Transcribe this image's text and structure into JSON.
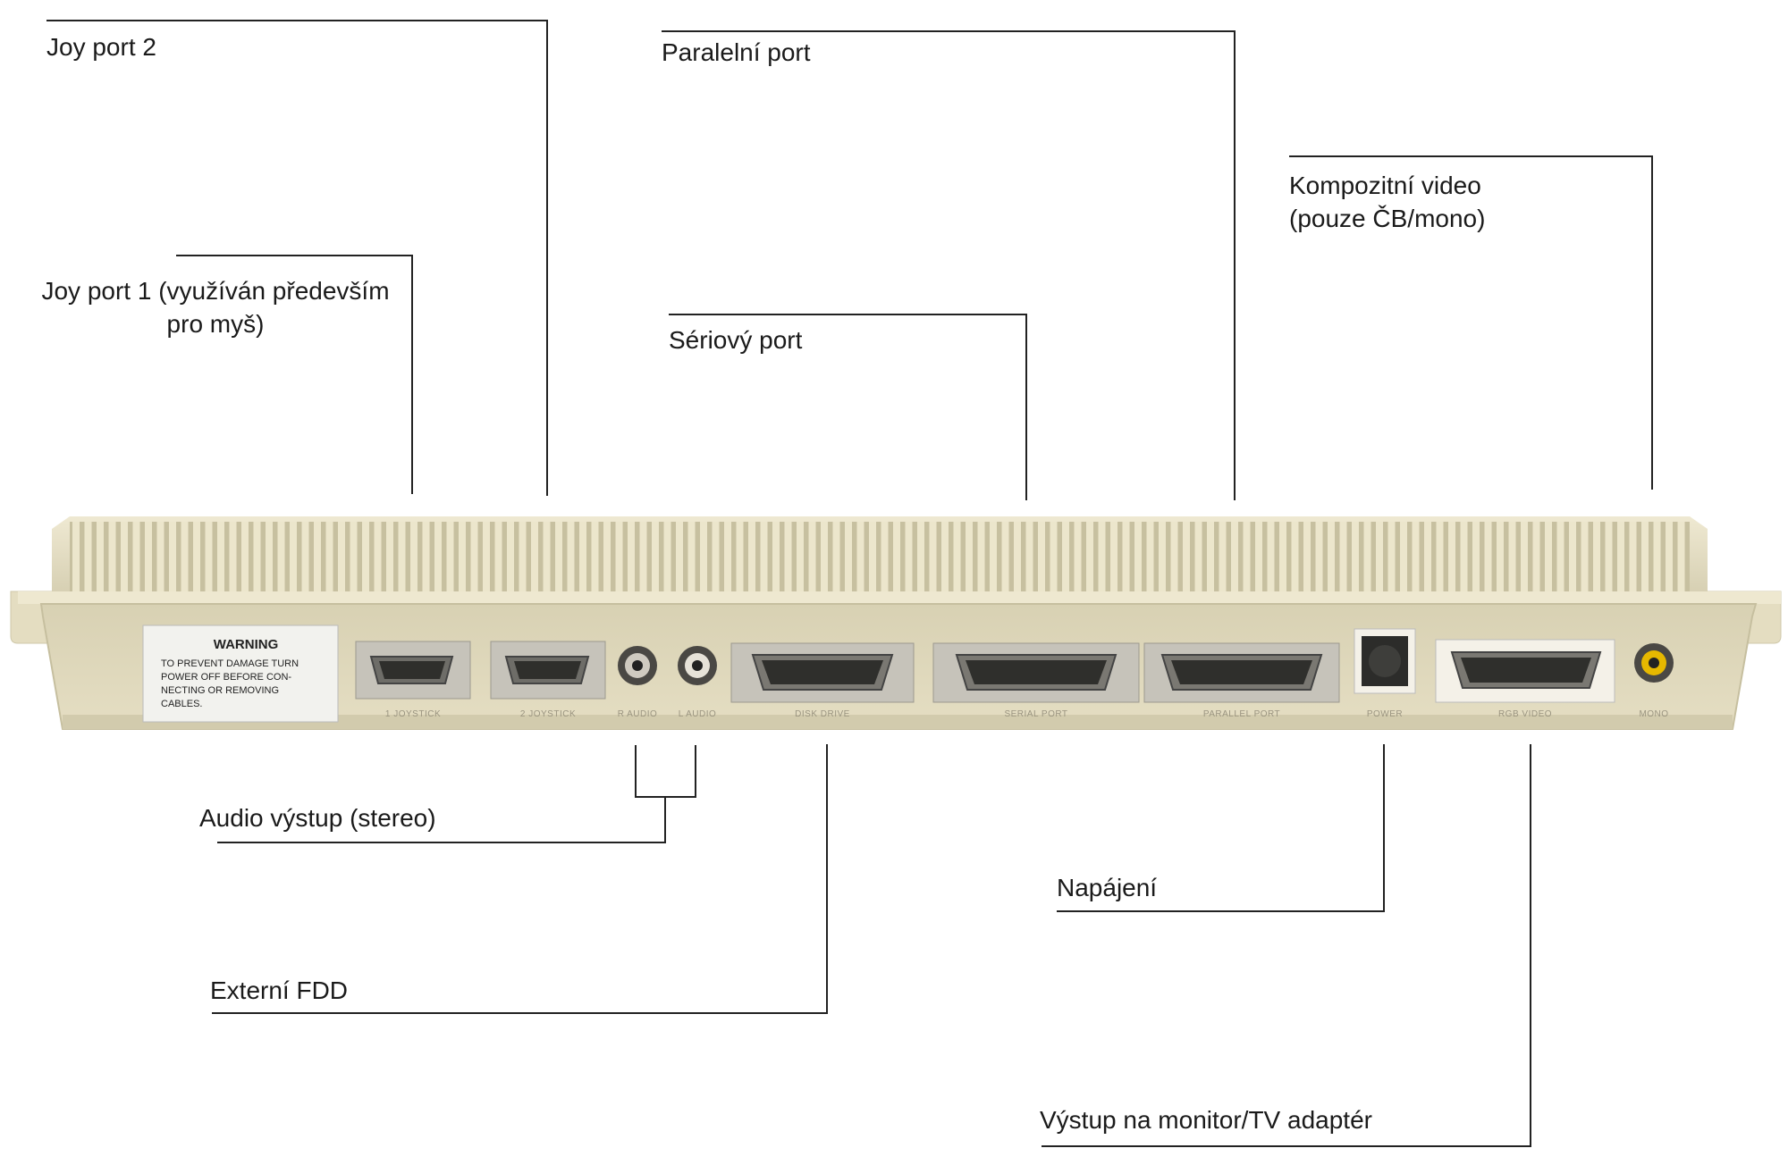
{
  "callouts": {
    "joy2": "Joy port 2",
    "joy1_line1": "Joy port 1 (využíván především",
    "joy1_line2": "pro myš)",
    "parallel": "Paralelní port",
    "serial": "Sériový port",
    "composite_line1": "Kompozitní video",
    "composite_line2": "(pouze ČB/mono)",
    "audio": "Audio výstup (stereo)",
    "fdd": "Externí FDD",
    "power": "Napájení",
    "monitor": "Výstup na monitor/TV adaptér"
  },
  "device": {
    "warning_title": "WARNING",
    "warning_lines": [
      "TO PREVENT DAMAGE TURN",
      "POWER OFF BEFORE CON-",
      "NECTING  OR  REMOVING",
      "CABLES."
    ],
    "port_labels": {
      "joy1": "1  JOYSTICK",
      "joy2": "2  JOYSTICK",
      "raudio": "R AUDIO",
      "laudio": "L AUDIO",
      "disk": "DISK DRIVE",
      "serial": "SERIAL PORT",
      "parallel": "PARALLEL PORT",
      "power": "POWER",
      "rgb": "RGB VIDEO",
      "mono": "MONO"
    },
    "colors": {
      "casing": "#e8e1c6",
      "casing_shadow": "#c9c2a3",
      "panel": "#ddd6b8",
      "port_metal": "#b9b6ae",
      "connector": "#3a3a36",
      "rca_yellow": "#e6b800"
    }
  }
}
